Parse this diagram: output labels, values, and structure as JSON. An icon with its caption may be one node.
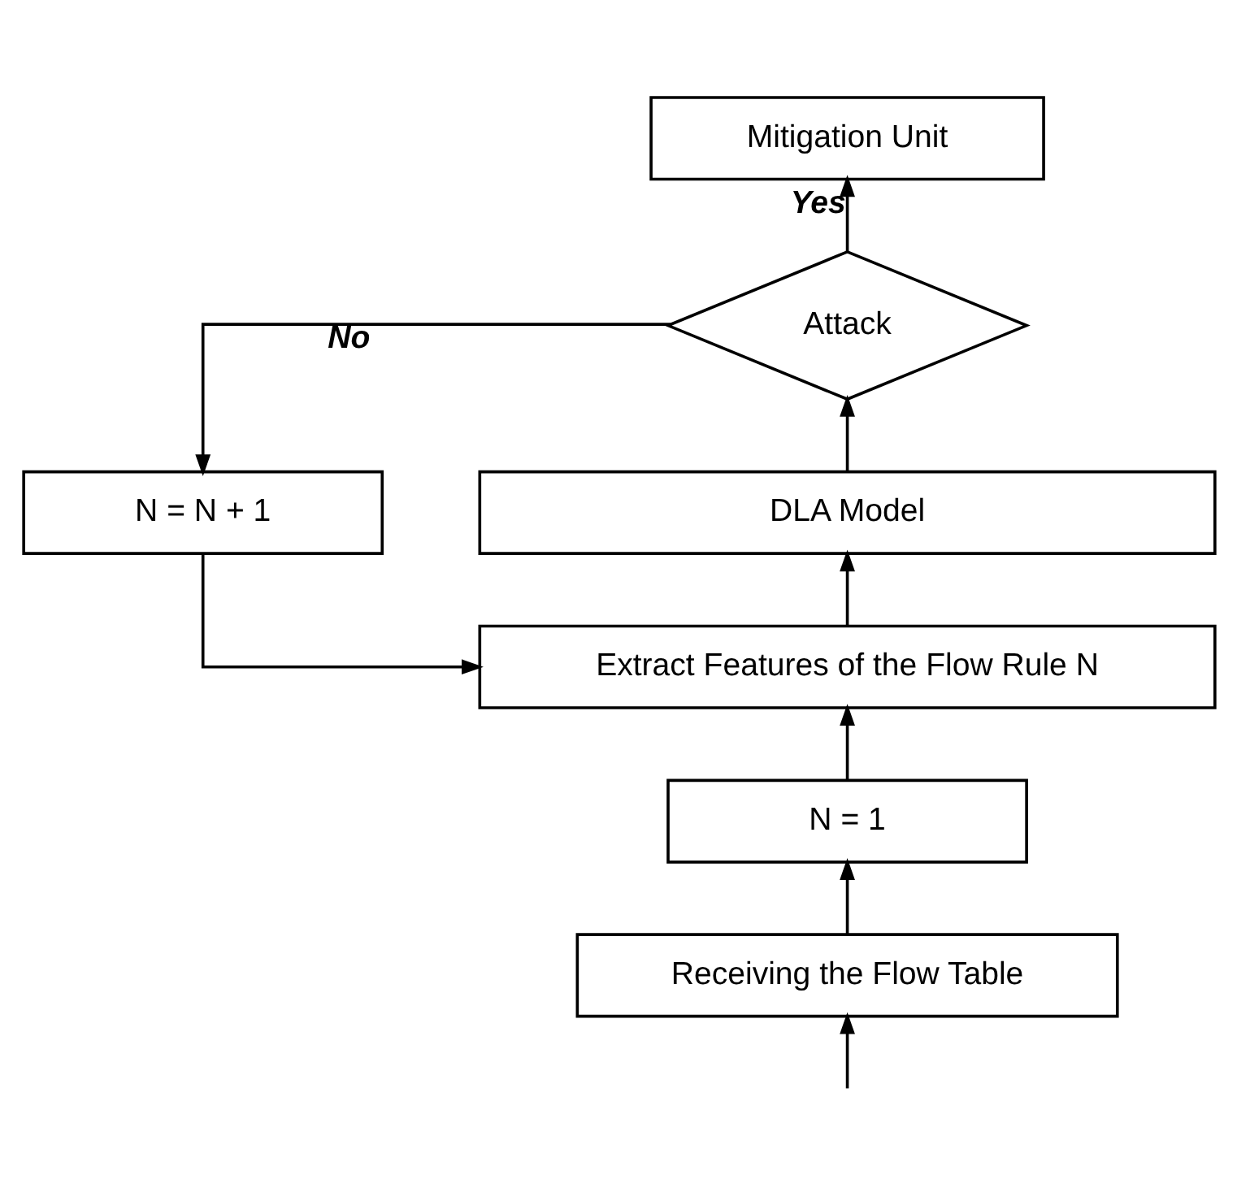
{
  "diagram": {
    "nodes": [
      {
        "text": [
          "Mitigation Unit"
        ]
      },
      {
        "text": [
          "Attack"
        ]
      },
      {
        "text": [
          "DLA Model"
        ]
      },
      {
        "text": [
          "N = N + 1"
        ]
      },
      {
        "text": [
          "Extract Features of the Flow Rule N"
        ]
      },
      {
        "text": [
          "N = 1"
        ]
      },
      {
        "text": [
          "Receiving the Flow Table"
        ]
      }
    ],
    "edges": [
      {
        "from": null,
        "to": 6,
        "arrow": "to"
      },
      {
        "from": 6,
        "to": 5,
        "arrow": "to"
      },
      {
        "from": 5,
        "to": 4,
        "arrow": "to"
      },
      {
        "from": 4,
        "to": 2,
        "arrow": "to"
      },
      {
        "from": 2,
        "to": 1,
        "arrow": "to"
      },
      {
        "from": 1,
        "to": 0,
        "arrow": "to",
        "label": "Yes"
      },
      {
        "from": 1,
        "to": 3,
        "arrow": "to",
        "label": "No"
      },
      {
        "from": 3,
        "to": 4,
        "arrow": "to"
      }
    ]
  }
}
